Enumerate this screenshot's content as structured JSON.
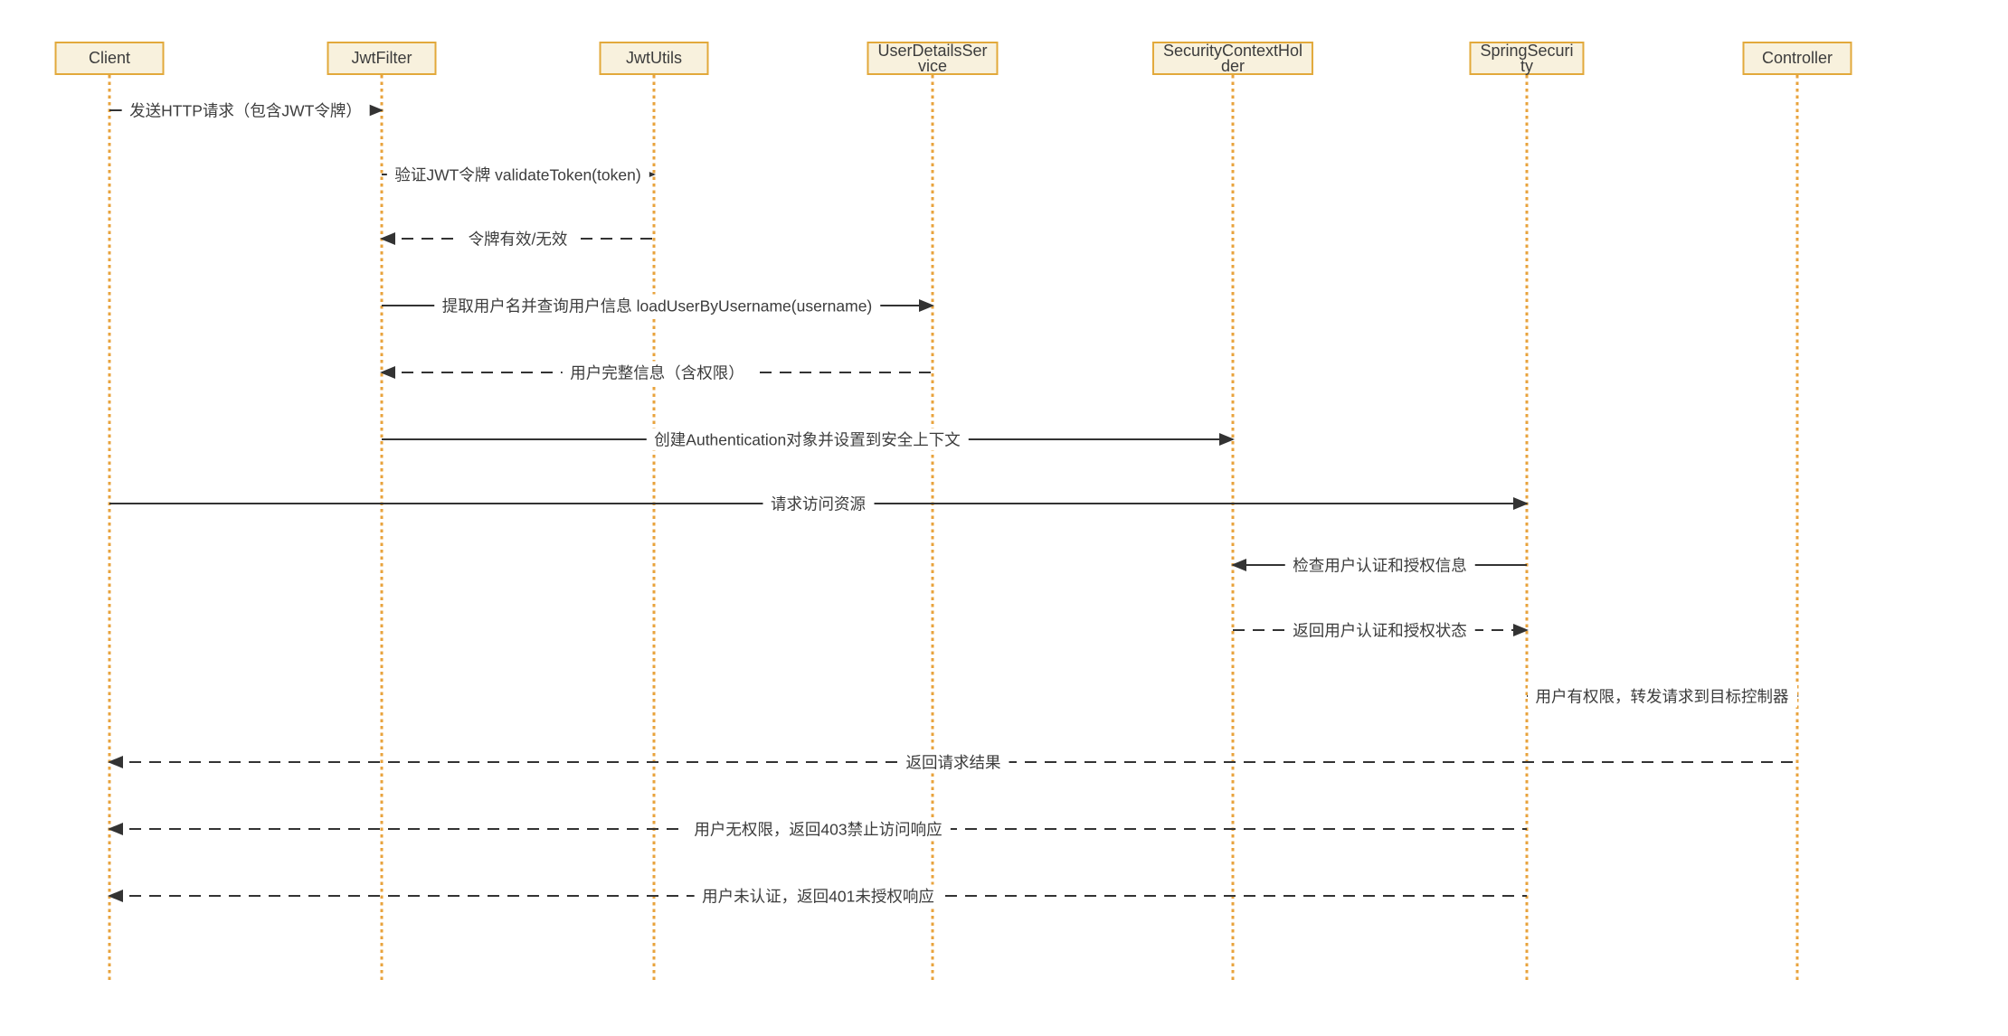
{
  "diagram": {
    "type": "sequence",
    "participants": [
      {
        "id": "client",
        "label": "Client"
      },
      {
        "id": "jwt-filter",
        "label": "JwtFilter"
      },
      {
        "id": "jwt-utils",
        "label": "JwtUtils"
      },
      {
        "id": "user-details-service",
        "label": "UserDetailsSer\nvice"
      },
      {
        "id": "security-context-holder",
        "label": "SecurityContextHol\nder"
      },
      {
        "id": "spring-security",
        "label": "SpringSecuri\nty"
      },
      {
        "id": "controller",
        "label": "Controller"
      }
    ],
    "messages": [
      {
        "from": "Client",
        "to": "JwtFilter",
        "style": "solid",
        "text": "发送HTTP请求（包含JWT令牌）"
      },
      {
        "from": "JwtFilter",
        "to": "JwtUtils",
        "style": "solid",
        "text": "验证JWT令牌 validateToken(token)"
      },
      {
        "from": "JwtUtils",
        "to": "JwtFilter",
        "style": "dashed",
        "text": "令牌有效/无效"
      },
      {
        "from": "JwtFilter",
        "to": "UserDetailsService",
        "style": "solid",
        "text": "提取用户名并查询用户信息 loadUserByUsername(username)"
      },
      {
        "from": "UserDetailsService",
        "to": "JwtFilter",
        "style": "dashed",
        "text": "用户完整信息（含权限）"
      },
      {
        "from": "JwtFilter",
        "to": "SecurityContextHolder",
        "style": "solid",
        "text": "创建Authentication对象并设置到安全上下文"
      },
      {
        "from": "Client",
        "to": "SpringSecurity",
        "style": "solid",
        "text": "请求访问资源"
      },
      {
        "from": "SpringSecurity",
        "to": "SecurityContextHolder",
        "style": "solid",
        "text": "检查用户认证和授权信息"
      },
      {
        "from": "SecurityContextHolder",
        "to": "SpringSecurity",
        "style": "dashed",
        "text": "返回用户认证和授权状态"
      },
      {
        "from": "SpringSecurity",
        "to": "Controller",
        "style": "solid",
        "text": "用户有权限，转发请求到目标控制器"
      },
      {
        "from": "Controller",
        "to": "Client",
        "style": "dashed",
        "text": "返回请求结果"
      },
      {
        "from": "SpringSecurity",
        "to": "Client",
        "style": "dashed",
        "text": "用户无权限，返回403禁止访问响应"
      },
      {
        "from": "SpringSecurity",
        "to": "Client",
        "style": "dashed",
        "text": "用户未认证，返回401未授权响应"
      }
    ],
    "colors": {
      "background": "#FFFFFF",
      "participant_fill": "#F8F1DD",
      "participant_border": "#E2A93B",
      "lifeline": "#E8A33D",
      "message_line": "#333333",
      "text": "#3C3C3C"
    }
  }
}
